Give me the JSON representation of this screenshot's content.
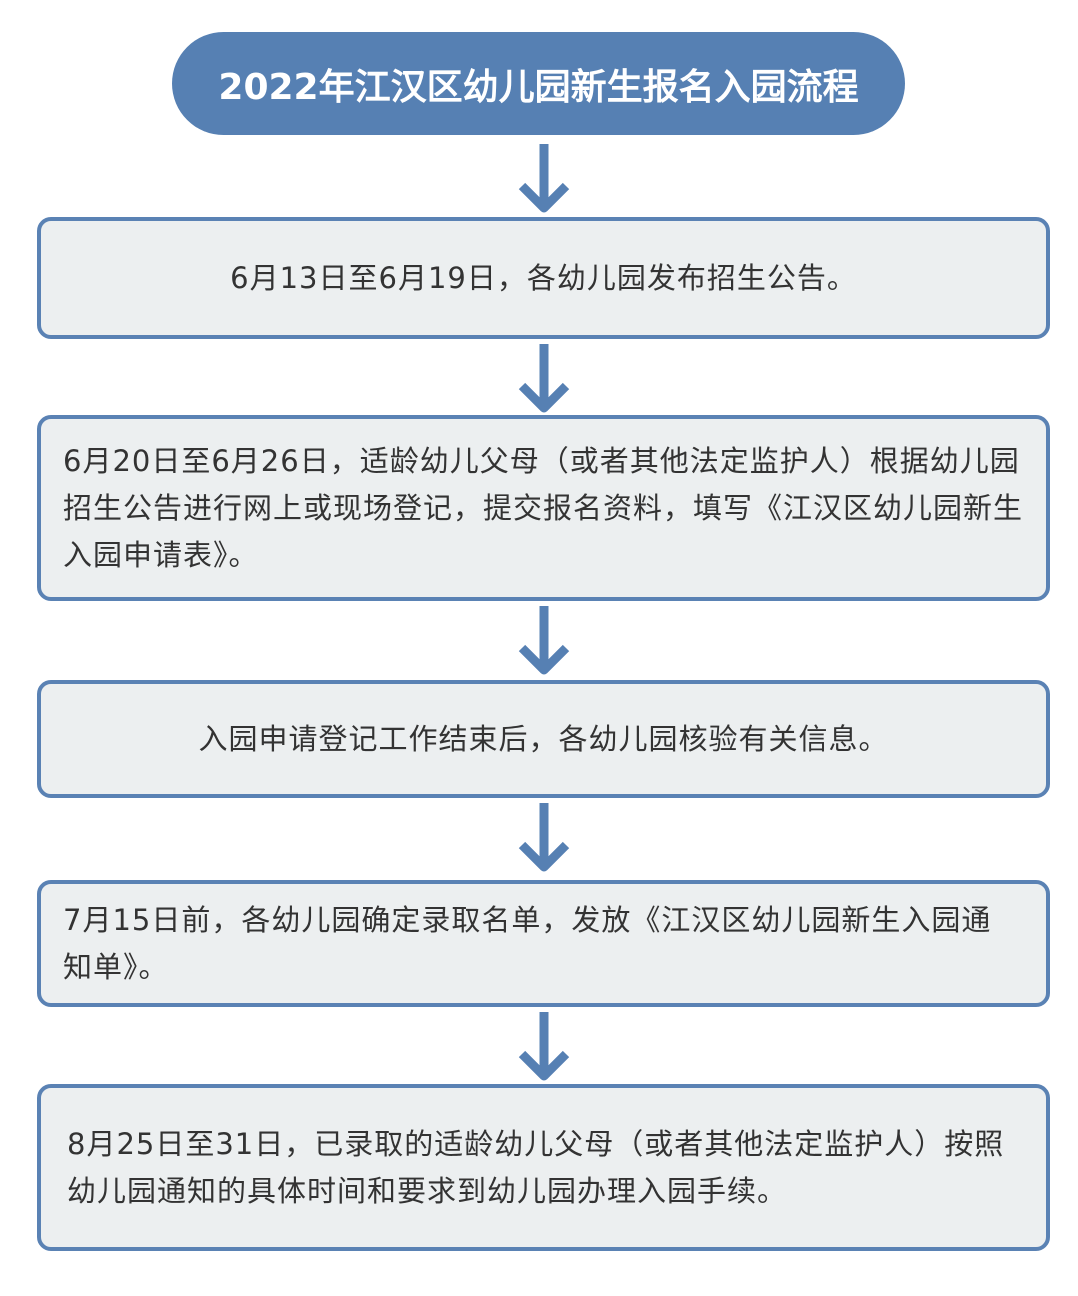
{
  "title": "2022年江汉区幼儿园新生报名入园流程",
  "steps": [
    "6月13日至6月19日，各幼儿园发布招生公告。",
    "6月20日至6月26日，适龄幼儿父母（或者其他法定监护人）根据幼儿园招生公告进行网上或现场登记，提交报名资料，填写《江汉区幼儿园新生入园申请表》。",
    "入园申请登记工作结束后，各幼儿园核验有关信息。",
    "7月15日前，各幼儿园确定录取名单，发放《江汉区幼儿园新生入园通知单》。",
    "8月25日至31日，已录取的适龄幼儿父母（或者其他法定监护人）按照幼儿园通知的具体时间和要求到幼儿园办理入园手续。"
  ],
  "colors": {
    "accent": "#5680b3",
    "box_bg": "#eceff0",
    "text": "#333333"
  }
}
